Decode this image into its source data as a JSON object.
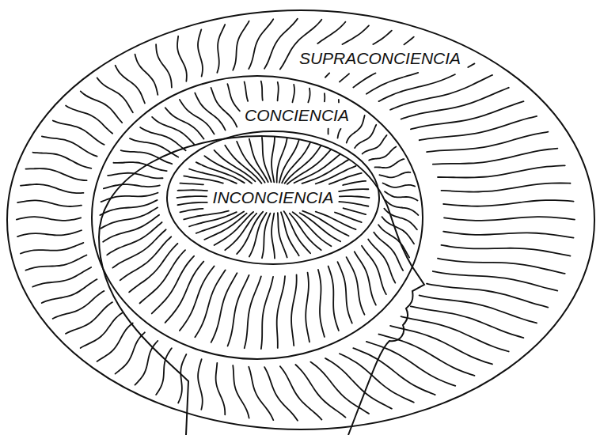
{
  "diagram": {
    "nodes": [
      {
        "text": [
          "SUPRACONCIENCIA"
        ]
      },
      {
        "text": [
          "CONCIENCIA"
        ],
        "in": 0
      },
      {
        "text": [
          "INCONCIENCIA"
        ],
        "in": 1
      }
    ]
  }
}
